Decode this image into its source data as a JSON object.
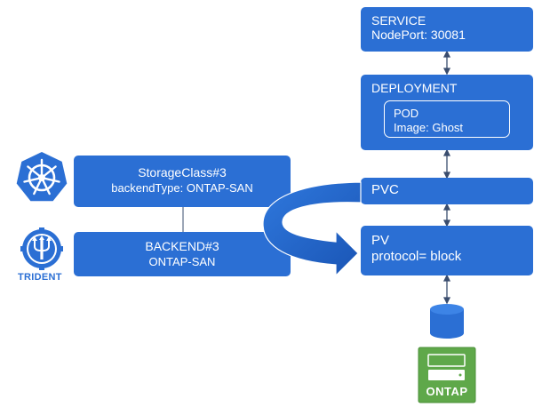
{
  "service": {
    "title": "SERVICE",
    "nodeport": "NodePort:  30081"
  },
  "deployment": {
    "title": "DEPLOYMENT",
    "pod_title": "POD",
    "pod_image": "Image: Ghost"
  },
  "storageclass": {
    "title": "StorageClass#3",
    "backend_type": "backendType: ONTAP-SAN"
  },
  "backend": {
    "title": "BACKEND#3",
    "type": "ONTAP-SAN"
  },
  "pvc": {
    "title": "PVC"
  },
  "pv": {
    "title": "PV",
    "protocol": "protocol= block"
  },
  "logos": {
    "trident": "TRIDENT",
    "ontap": "ONTAP"
  },
  "colors": {
    "box_blue": "#2b6fd4",
    "arrow_blue": "#1f62c6",
    "ontap_green": "#5fa84a",
    "cylinder_blue": "#2b6fd4"
  },
  "icons": [
    "kubernetes-icon",
    "trident-icon",
    "ontap-icon",
    "storage-cylinder-icon"
  ]
}
